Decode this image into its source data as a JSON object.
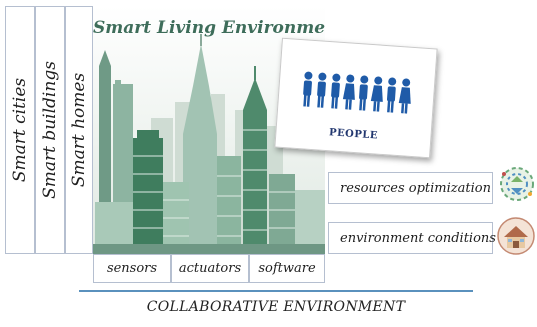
{
  "diagram": {
    "title": "Smart Living Environments",
    "scales": [
      {
        "id": "cities",
        "label": "Smart cities"
      },
      {
        "id": "buildings",
        "label": "Smart buildings"
      },
      {
        "id": "homes",
        "label": "Smart homes"
      }
    ],
    "people_label": "PEOPLE",
    "side_items": [
      {
        "id": "resources",
        "label": "resources optimization"
      },
      {
        "id": "environment",
        "label": "environment conditions"
      }
    ],
    "bottom_items": [
      {
        "id": "sensors",
        "label": "sensors"
      },
      {
        "id": "actuators",
        "label": "actuators"
      },
      {
        "id": "software",
        "label": "software"
      }
    ],
    "footer_label": "COLLABORATIVE ENVIRONMENT",
    "colors": {
      "border": "#b5bfd0",
      "title": "#3e6d5a",
      "people": "#1f5ba8",
      "line": "#5a91bd"
    }
  }
}
